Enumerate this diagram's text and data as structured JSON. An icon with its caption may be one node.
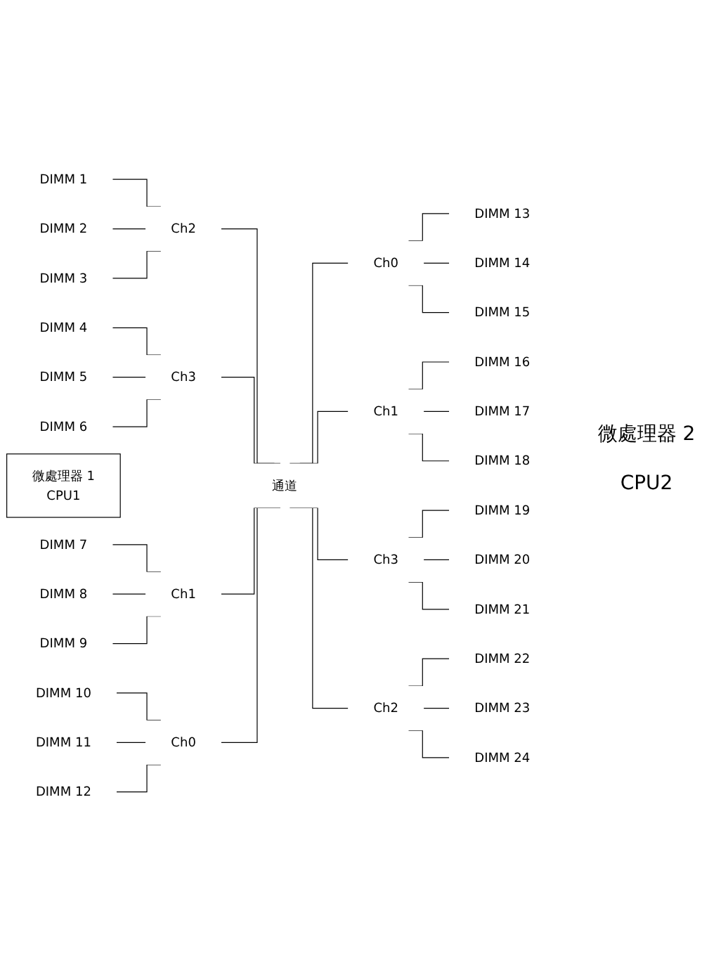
{
  "diagram": {
    "nodes": [
      {
        "text": [
          "DIMM 1"
        ]
      },
      {
        "text": [
          "DIMM 2"
        ]
      },
      {
        "text": [
          "DIMM 3"
        ]
      },
      {
        "text": [
          "Ch2"
        ]
      },
      {
        "text": [
          "DIMM 4"
        ]
      },
      {
        "text": [
          "DIMM 5"
        ]
      },
      {
        "text": [
          "DIMM 6"
        ]
      },
      {
        "text": [
          "Ch3"
        ]
      },
      {
        "text": [
          "微處理器 1",
          "CPU1"
        ]
      },
      {
        "text": [
          "通道"
        ]
      },
      {
        "text": [
          "DIMM 7"
        ]
      },
      {
        "text": [
          "DIMM 8"
        ]
      },
      {
        "text": [
          "DIMM 9"
        ]
      },
      {
        "text": [
          "Ch1"
        ]
      },
      {
        "text": [
          "DIMM 10"
        ]
      },
      {
        "text": [
          "DIMM 11"
        ]
      },
      {
        "text": [
          "DIMM 12"
        ]
      },
      {
        "text": [
          "Ch0"
        ]
      },
      {
        "text": [
          "Ch0"
        ]
      },
      {
        "text": [
          "DIMM 13"
        ]
      },
      {
        "text": [
          "DIMM 14"
        ]
      },
      {
        "text": [
          "DIMM 15"
        ]
      },
      {
        "text": [
          "Ch1"
        ]
      },
      {
        "text": [
          "DIMM 16"
        ]
      },
      {
        "text": [
          "DIMM 17"
        ]
      },
      {
        "text": [
          "DIMM 18"
        ]
      },
      {
        "text": [
          "Ch3"
        ]
      },
      {
        "text": [
          "DIMM 19"
        ]
      },
      {
        "text": [
          "DIMM 20"
        ]
      },
      {
        "text": [
          "DIMM 21"
        ]
      },
      {
        "text": [
          "Ch2"
        ]
      },
      {
        "text": [
          "DIMM 22"
        ]
      },
      {
        "text": [
          "DIMM 23"
        ]
      },
      {
        "text": [
          "DIMM 24"
        ]
      }
    ],
    "edges": [
      {
        "from": 0,
        "to": 3,
        "arrow": "none"
      },
      {
        "from": 1,
        "to": 3,
        "arrow": "none"
      },
      {
        "from": 2,
        "to": 3,
        "arrow": "none"
      },
      {
        "from": 4,
        "to": 7,
        "arrow": "none"
      },
      {
        "from": 5,
        "to": 7,
        "arrow": "none"
      },
      {
        "from": 6,
        "to": 7,
        "arrow": "none"
      },
      {
        "from": 10,
        "to": 13,
        "arrow": "none"
      },
      {
        "from": 11,
        "to": 13,
        "arrow": "none"
      },
      {
        "from": 12,
        "to": 13,
        "arrow": "none"
      },
      {
        "from": 14,
        "to": 17,
        "arrow": "none"
      },
      {
        "from": 15,
        "to": 17,
        "arrow": "none"
      },
      {
        "from": 16,
        "to": 17,
        "arrow": "none"
      },
      {
        "from": 3,
        "to": 9,
        "arrow": "none"
      },
      {
        "from": 7,
        "to": 9,
        "arrow": "none"
      },
      {
        "from": 13,
        "to": 9,
        "arrow": "none"
      },
      {
        "from": 17,
        "to": 9,
        "arrow": "none"
      },
      {
        "from": 9,
        "to": 18,
        "arrow": "none"
      },
      {
        "from": 9,
        "to": 22,
        "arrow": "none"
      },
      {
        "from": 9,
        "to": 26,
        "arrow": "none"
      },
      {
        "from": 9,
        "to": 30,
        "arrow": "none"
      },
      {
        "from": 18,
        "to": 19,
        "arrow": "none"
      },
      {
        "from": 18,
        "to": 20,
        "arrow": "none"
      },
      {
        "from": 18,
        "to": 21,
        "arrow": "none"
      },
      {
        "from": 22,
        "to": 23,
        "arrow": "none"
      },
      {
        "from": 22,
        "to": 24,
        "arrow": "none"
      },
      {
        "from": 22,
        "to": 25,
        "arrow": "none"
      },
      {
        "from": 26,
        "to": 27,
        "arrow": "none"
      },
      {
        "from": 26,
        "to": 28,
        "arrow": "none"
      },
      {
        "from": 26,
        "to": 29,
        "arrow": "none"
      },
      {
        "from": 30,
        "to": 31,
        "arrow": "none"
      },
      {
        "from": 30,
        "to": 32,
        "arrow": "none"
      },
      {
        "from": 30,
        "to": 33,
        "arrow": "none"
      }
    ],
    "labels": [
      "微處理器 2",
      "CPU2"
    ]
  }
}
